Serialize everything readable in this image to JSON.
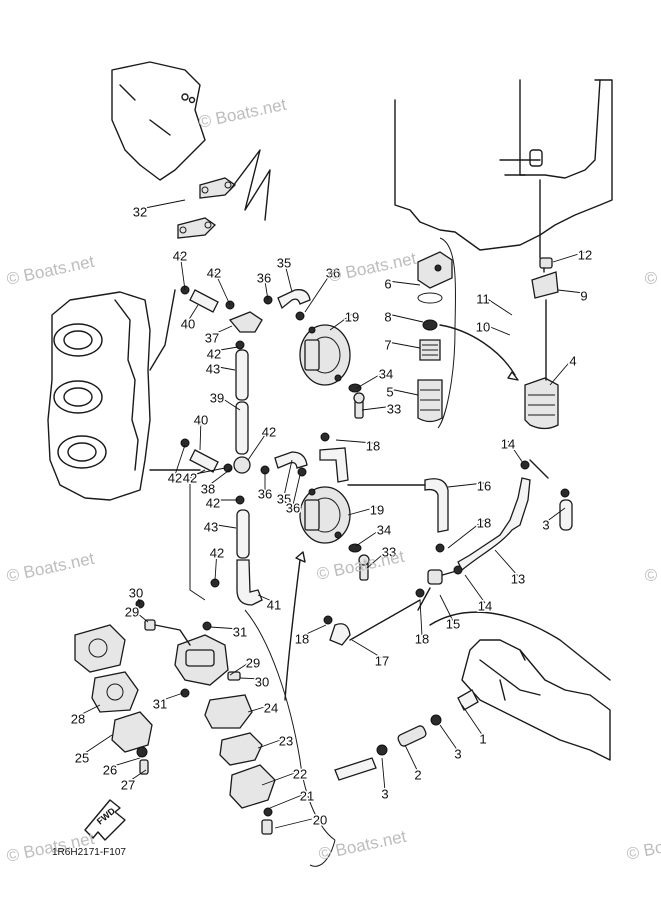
{
  "watermarks": [
    {
      "text": "© Boats.net",
      "pos": "top-left"
    },
    {
      "text": "© Boats.net",
      "pos": "mid-left"
    },
    {
      "text": "© Boats.net",
      "pos": "center-mid"
    },
    {
      "text": "© Boats.net",
      "pos": "center-lower"
    },
    {
      "text": "© Boats.net",
      "pos": "bottom-center"
    },
    {
      "text": "© Boats.net",
      "pos": "bottom-right"
    },
    {
      "text": "© Boats.net",
      "pos": "right-edge-top"
    },
    {
      "text": "© Boats.net",
      "pos": "right-edge-mid"
    },
    {
      "text": "© Boats.net",
      "pos": "top-center"
    },
    {
      "text": "© Boats.net",
      "pos": "bottom-left"
    }
  ],
  "drawing_code": "1R6H2171-F107",
  "fwd_label": "FWD",
  "callouts": [
    "1",
    "2",
    "3",
    "3",
    "3",
    "4",
    "5",
    "6",
    "7",
    "8",
    "9",
    "10",
    "11",
    "12",
    "13",
    "14",
    "14",
    "15",
    "16",
    "17",
    "18",
    "18",
    "18",
    "18",
    "19",
    "19",
    "20",
    "21",
    "22",
    "23",
    "24",
    "25",
    "26",
    "27",
    "28",
    "29",
    "29",
    "30",
    "30",
    "31",
    "31",
    "32",
    "33",
    "33",
    "34",
    "34",
    "35",
    "35",
    "36",
    "36",
    "36",
    "36",
    "37",
    "38",
    "39",
    "40",
    "40",
    "41",
    "42",
    "42",
    "42",
    "42",
    "42",
    "42",
    "42",
    "42",
    "43",
    "43"
  ]
}
